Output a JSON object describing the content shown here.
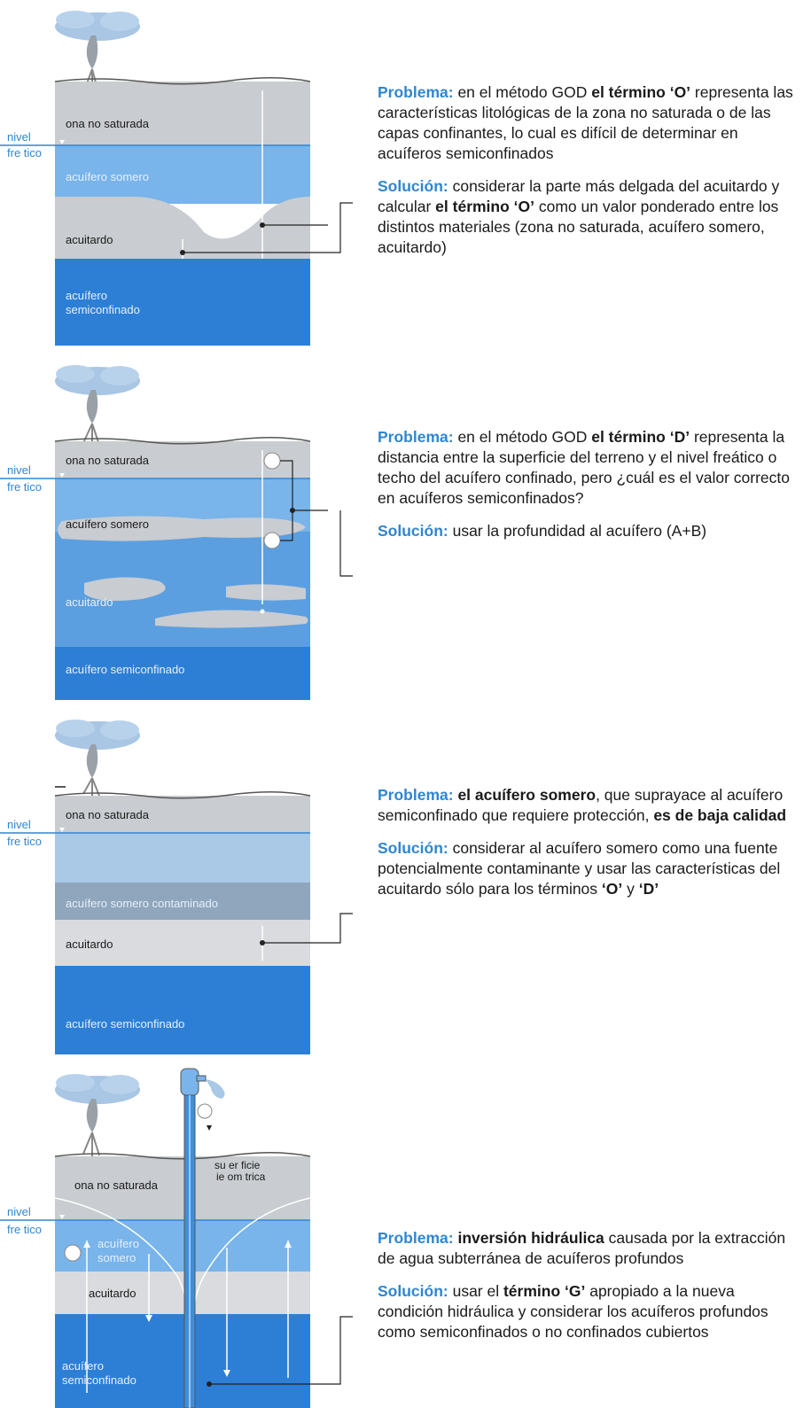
{
  "labels": {
    "nivel": "nivel",
    "freatico": "fre tico",
    "zona_no_saturada": "ona no saturada",
    "acuifero_somero": "acuífero somero",
    "acuifero_somero_contaminado": "acuífero somero contaminado",
    "acuitardo": "acuitardo",
    "acuifero_semiconfinado": "acuífero semiconfinado",
    "acuifero_l1": "acuífero",
    "semiconfinado_l2": "semiconfinado",
    "acuifero_somero_l1": "acuífero",
    "somero_l2": "somero",
    "superficie_l1": "su er ficie",
    "superficie_l2": "ie om trica"
  },
  "colors": {
    "accent": "#2f86d1",
    "grey_zone": "#c9ccd0",
    "shallow_blue": "#79b4ea",
    "deep_blue": "#2d7fd6"
  },
  "panels": [
    {
      "problema_label": "Problema:",
      "problema": [
        {
          "t": " en el método GOD "
        },
        {
          "t": "el término ‘O’",
          "b": true
        },
        {
          "t": " representa las características litológicas de la zona no saturada o de las capas confinantes, lo cual es difícil de determinar en acuíferos semiconfinados"
        }
      ],
      "solucion_label": "Solución:",
      "solucion": [
        {
          "t": " considerar la parte más delgada del acuitardo y calcular "
        },
        {
          "t": "el término ‘O’",
          "b": true
        },
        {
          "t": " como un valor ponderado entre los distintos materiales (zona no saturada, acuífero somero, acuitardo)"
        }
      ]
    },
    {
      "problema_label": "Problema:",
      "problema": [
        {
          "t": " en el método GOD "
        },
        {
          "t": "el término ‘D’",
          "b": true
        },
        {
          "t": " representa la distancia entre la superficie del terreno y el nivel freático o techo del acuífero confinado, pero ¿cuál es el valor correcto en acuíferos semiconfinados?"
        }
      ],
      "solucion_label": "Solución:",
      "solucion": [
        {
          "t": " usar la profundidad al acuífero (A+B)"
        }
      ]
    },
    {
      "problema_label": "Problema:",
      "problema": [
        {
          "t": " "
        },
        {
          "t": "el acuífero somero",
          "b": true
        },
        {
          "t": ", que suprayace al acuífero semiconfinado que requiere protección, "
        },
        {
          "t": "es de baja calidad",
          "b": true
        }
      ],
      "solucion_label": "Solución:",
      "solucion": [
        {
          "t": " considerar al acuífero somero como una fuente potencialmente contaminante y usar las características del acuitardo sólo para los términos "
        },
        {
          "t": "‘O’",
          "b": true
        },
        {
          "t": " y "
        },
        {
          "t": "‘D’",
          "b": true
        }
      ]
    },
    {
      "problema_label": "Problema:",
      "problema": [
        {
          "t": " "
        },
        {
          "t": "inversión hidráulica",
          "b": true
        },
        {
          "t": " causada por la extracción de agua subterránea de acuíferos profundos"
        }
      ],
      "solucion_label": "Solución:",
      "solucion": [
        {
          "t": " usar el "
        },
        {
          "t": "término ‘G’",
          "b": true
        },
        {
          "t": " apropiado a la nueva condición hidráulica y considerar los acuíferos profundos como semiconfinados o no confinados cubiertos"
        }
      ]
    }
  ]
}
